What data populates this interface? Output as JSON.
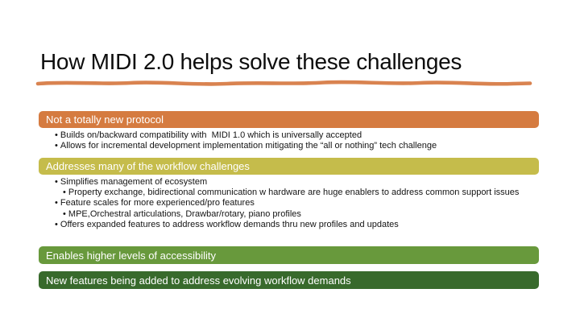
{
  "slide": {
    "title": "How MIDI 2.0 helps solve these challenges",
    "divider_color": "#D98350"
  },
  "sections": [
    {
      "header": {
        "label": "Not a totally new protocol",
        "color": "#D57B40"
      },
      "bullets": [
        {
          "level": 1,
          "text": "Builds on/backward compatibility with  MIDI 1.0 which is universally accepted"
        },
        {
          "level": 1,
          "text": "Allows for incremental development implementation mitigating the “all or nothing” tech challenge"
        }
      ]
    },
    {
      "header": {
        "label": "Addresses many of the workflow challenges",
        "color": "#C5BC4B"
      },
      "bullets": [
        {
          "level": 1,
          "text": "Simplifies management of ecosystem"
        },
        {
          "level": 2,
          "text": "Property exchange, bidirectional communication w hardware are huge enablers to address common support issues"
        },
        {
          "level": 1,
          "text": "Feature scales for more experienced/pro features"
        },
        {
          "level": 2,
          "text": "MPE,Orchestral articulations, Drawbar/rotary, piano profiles"
        },
        {
          "level": 1,
          "text": "Offers expanded features to address workflow demands thru new profiles and updates"
        }
      ]
    },
    {
      "header": {
        "label": "Enables higher levels of accessibility",
        "color": "#68993C"
      },
      "bullets": []
    },
    {
      "header": {
        "label": "New features being added to address evolving workflow demands",
        "color": "#386A2C"
      },
      "bullets": []
    }
  ]
}
